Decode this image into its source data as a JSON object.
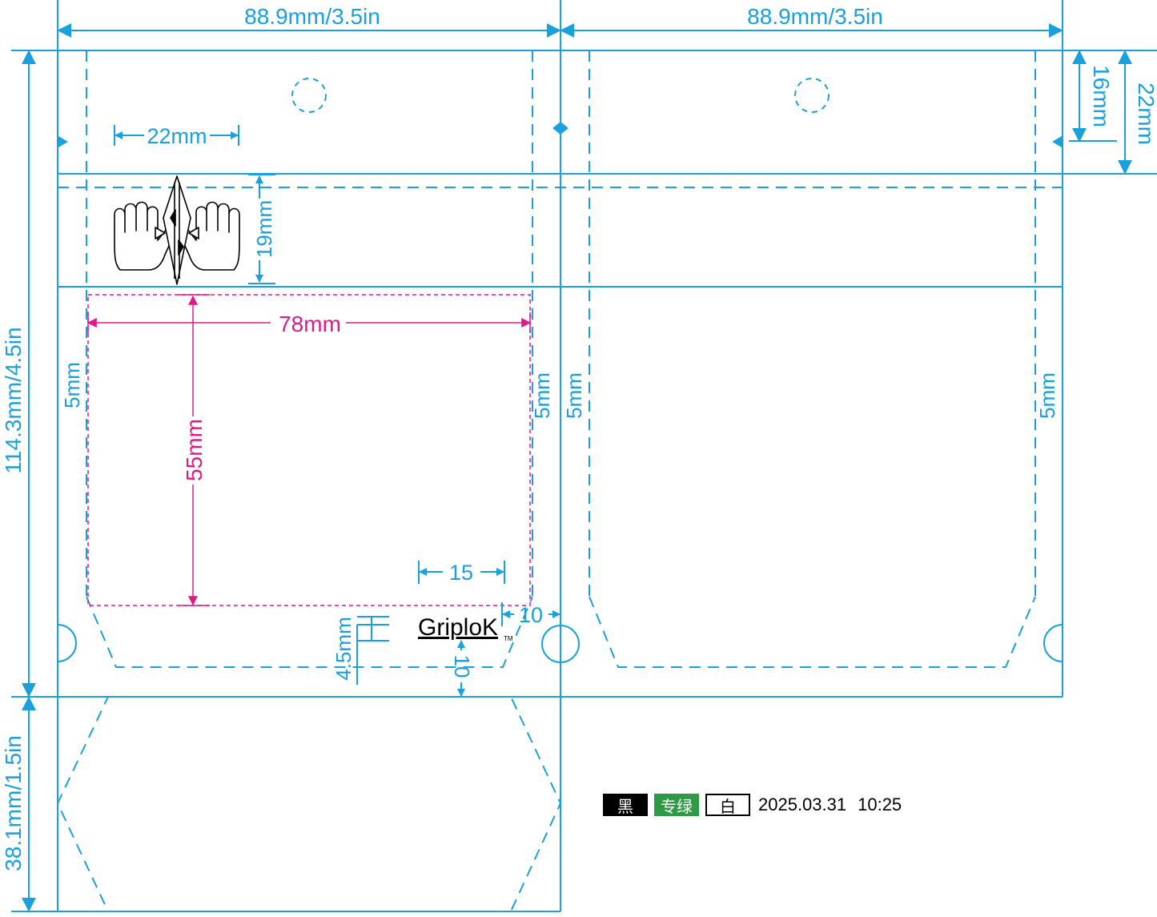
{
  "colors": {
    "cut_line": "#1aa0dc",
    "magenta": "#e0198a",
    "icon": "#000000",
    "green": "#2e9a45"
  },
  "dimensions": {
    "top_width_left": "88.9mm/3.5in",
    "top_width_right": "88.9mm/3.5in",
    "total_height": "114.3mm/4.5in",
    "bottom_flap_height": "38.1mm/1.5in",
    "right_16mm": "16mm",
    "right_22mm": "22mm",
    "hang_hole_offset": "22mm",
    "zipper_band": "19mm",
    "margin_left_a": "5mm",
    "margin_right_a": "5mm",
    "margin_left_b": "5mm",
    "margin_right_b": "5mm",
    "window_width": "78mm",
    "window_height": "55mm",
    "logo_width": "15",
    "logo_offset_right": "10",
    "logo_offset_bottom": "10",
    "tear_notch": "4.5mm"
  },
  "brand": {
    "logo_text": "GriploK",
    "logo_tm": "TM"
  },
  "legend": {
    "black_label": "黑",
    "green_label": "专绿",
    "white_label": "白",
    "date": "2025.03.31",
    "time": "10:25"
  },
  "icons": {
    "zipper_icon": "hands-zipper-icon",
    "hang_hole": "hang-hole-icon"
  }
}
